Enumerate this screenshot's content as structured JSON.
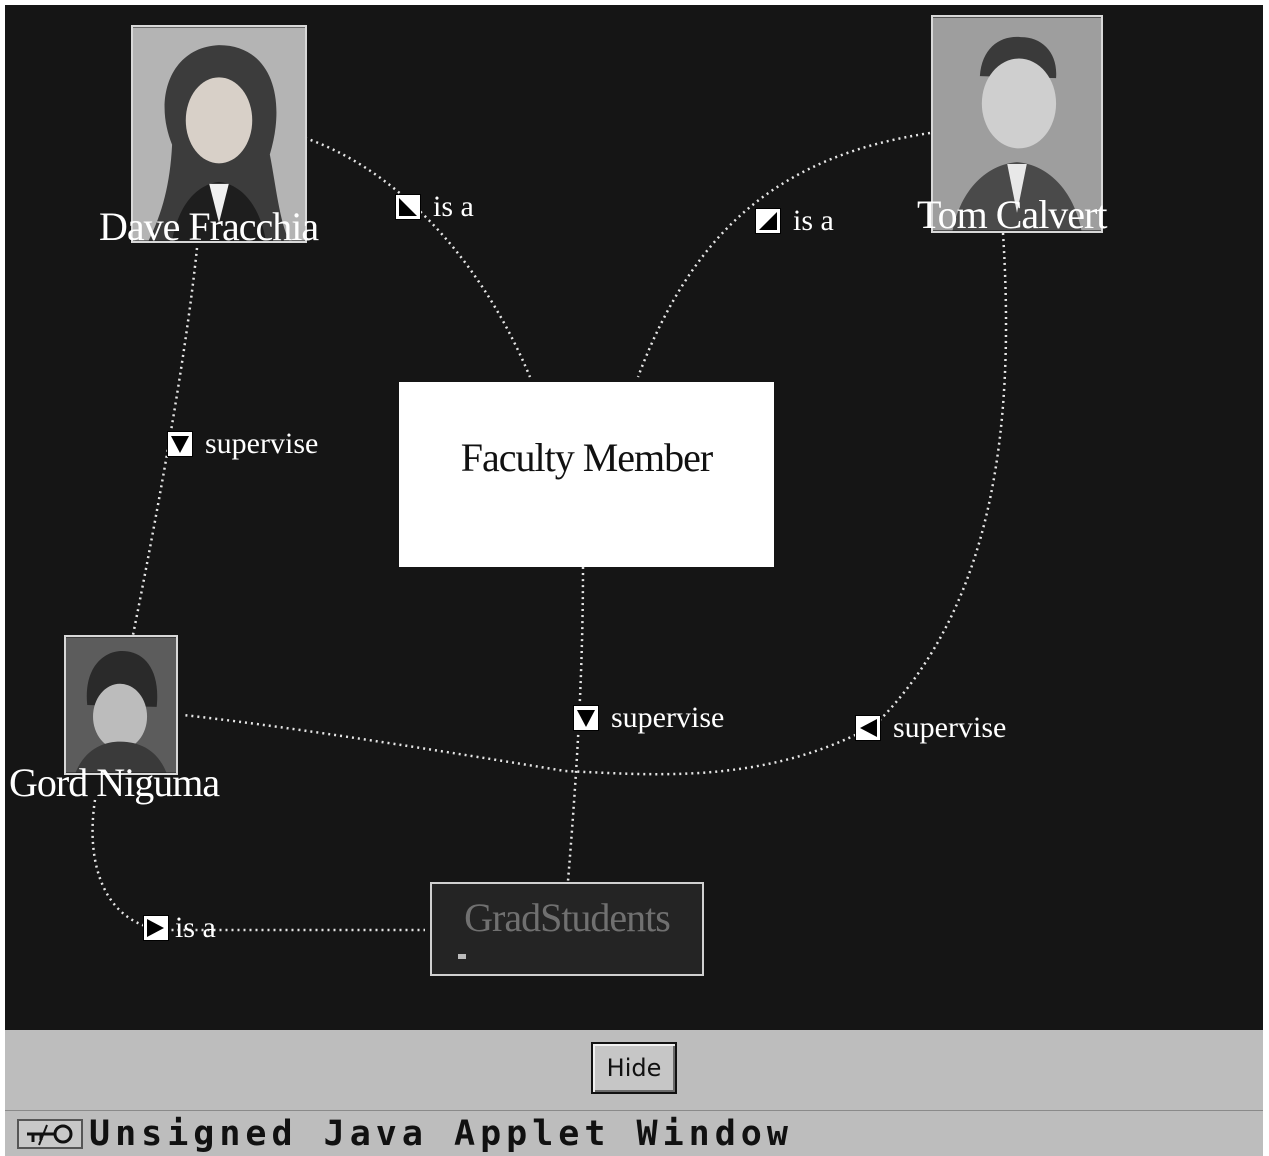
{
  "diagram": {
    "nodes": {
      "dave": {
        "name": "Dave Fracchia"
      },
      "tom": {
        "name": "Tom Calvert"
      },
      "gord": {
        "name": "Gord Niguma"
      },
      "faculty": {
        "name": "Faculty Member"
      },
      "grad": {
        "name": "GradStudents"
      }
    },
    "relations": {
      "dave_faculty": "is a",
      "tom_faculty": "is a",
      "dave_gord": "supervise",
      "faculty_grad": "supervise",
      "tom_gord": "supervise",
      "gord_grad": "is a"
    }
  },
  "controls": {
    "hide_label": "Hide"
  },
  "status": {
    "warning": "Unsigned Java Applet Window"
  }
}
